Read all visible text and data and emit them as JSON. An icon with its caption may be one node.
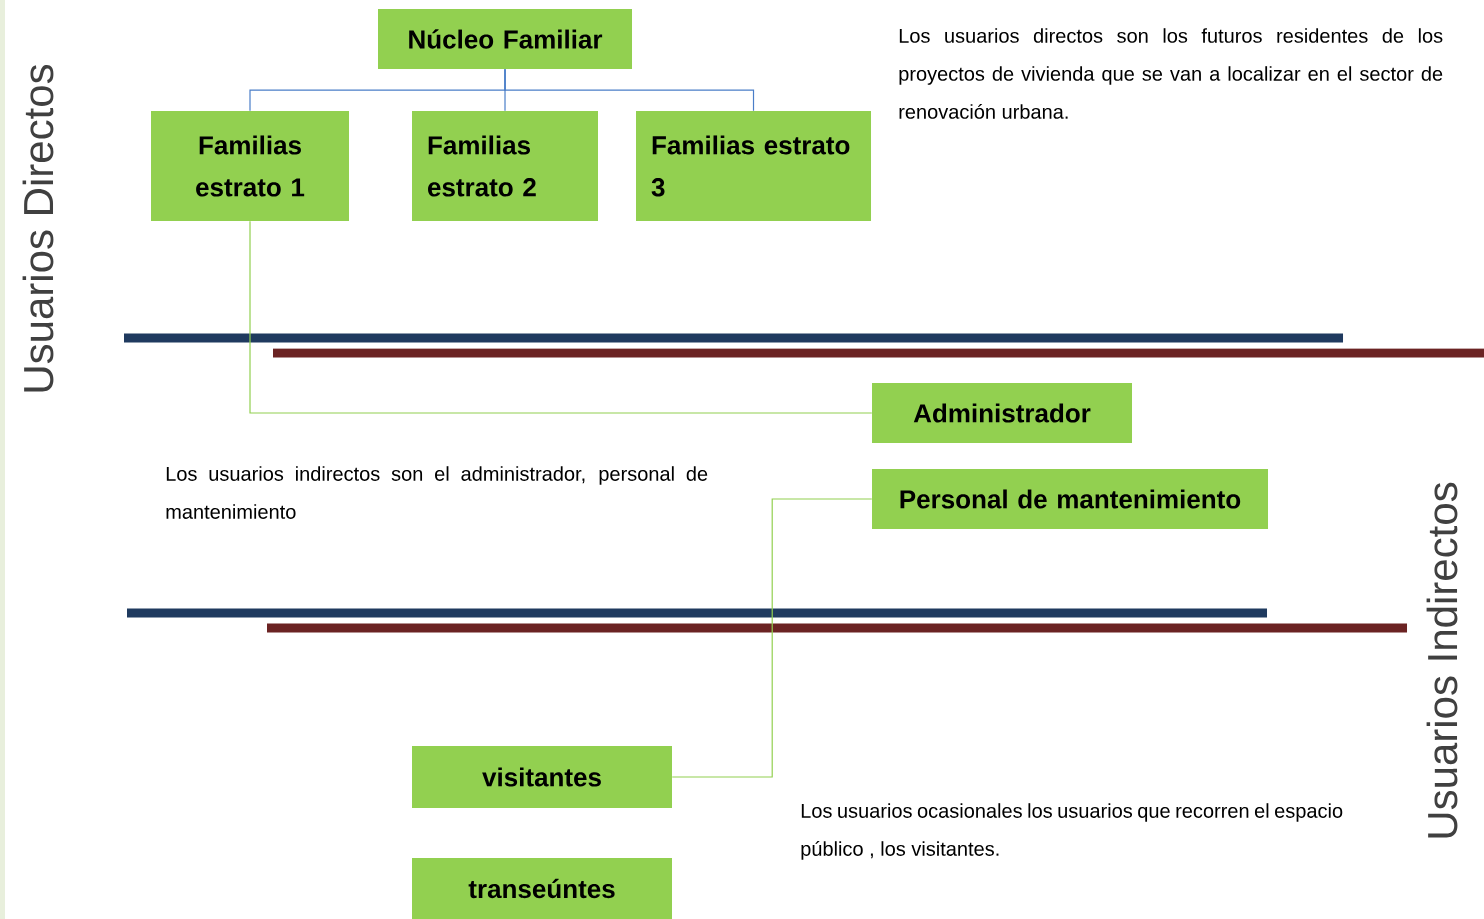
{
  "diagram": {
    "nodes": [
      {
        "text": [
          "Núcleo Familiar"
        ]
      },
      {
        "text": [
          "Familias estrato 1"
        ]
      },
      {
        "text": [
          "Familias estrato 2"
        ]
      },
      {
        "text": [
          "Familias estrato 3"
        ]
      },
      {
        "text": [
          "Administrador"
        ]
      },
      {
        "text": [
          "Personal de mantenimiento"
        ]
      },
      {
        "text": [
          "visitantes"
        ]
      },
      {
        "text": [
          "transeúntes"
        ]
      }
    ],
    "edges": [
      {
        "from": 0,
        "to": 1,
        "arrow": "none"
      },
      {
        "from": 0,
        "to": 2,
        "arrow": "none"
      },
      {
        "from": 0,
        "to": 3,
        "arrow": "none"
      },
      {
        "from": 1,
        "to": 4,
        "arrow": "none",
        "color": "#92d050"
      },
      {
        "from": 6,
        "to": 5,
        "arrow": "none",
        "color": "#92d050"
      }
    ],
    "labels": [
      "Usuarios Directos",
      "Los usuarios directos son los futuros residentes de los proyectos de vivienda que se van a localizar en el sector de renovación urbana.",
      "Los usuarios indirectos son el administrador, personal de mantenimiento",
      "Usuarios Indirectos",
      "Los usuarios ocasionales los usuarios que recorren el espacio público , los visitantes."
    ]
  }
}
